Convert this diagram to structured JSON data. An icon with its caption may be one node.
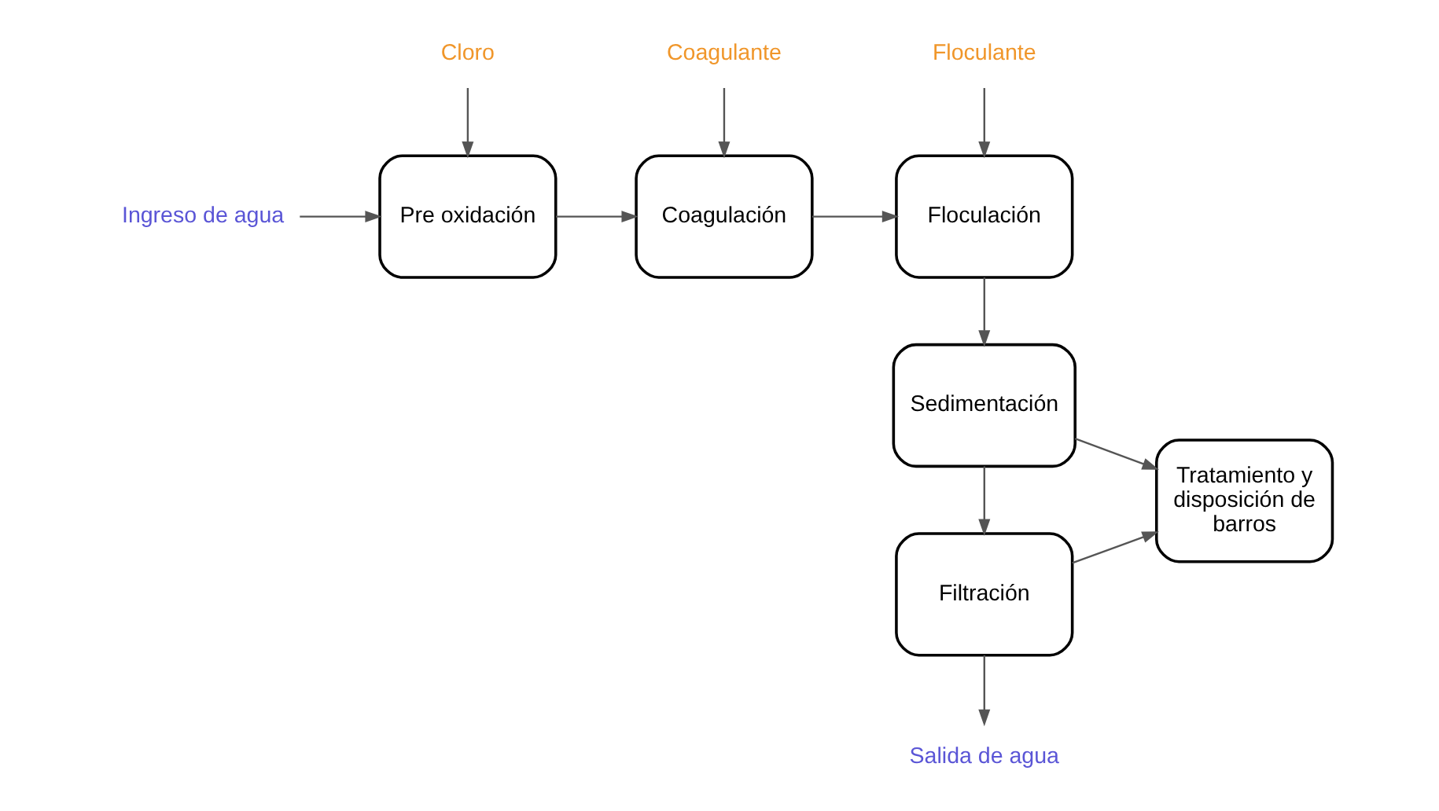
{
  "diagram": {
    "nodes": [
      {
        "text": [
          "Ingreso de agua"
        ]
      },
      {
        "text": [
          "Pre oxidación"
        ]
      },
      {
        "text": [
          "Coagulación"
        ]
      },
      {
        "text": [
          "Floculación"
        ]
      },
      {
        "text": [
          "Floculante"
        ]
      },
      {
        "text": [
          "Cloro"
        ]
      },
      {
        "text": [
          "Coagulante"
        ]
      },
      {
        "text": [
          "Sedimentación"
        ]
      },
      {
        "text": [
          "Filtración"
        ]
      },
      {
        "text": [
          "Tratamiento y disposición de barros"
        ]
      },
      {
        "text": [
          "Salida de agua"
        ]
      }
    ],
    "edges": [
      {
        "from": 0,
        "to": 1,
        "arrow": "to"
      },
      {
        "from": 5,
        "to": 1,
        "arrow": "to"
      },
      {
        "from": 1,
        "to": 2,
        "arrow": "to"
      },
      {
        "from": 6,
        "to": 2,
        "arrow": "to"
      },
      {
        "from": 2,
        "to": 3,
        "arrow": "to"
      },
      {
        "from": 4,
        "to": 3,
        "arrow": "to"
      },
      {
        "from": 3,
        "to": 7,
        "arrow": "to"
      },
      {
        "from": 7,
        "to": 8,
        "arrow": "to"
      },
      {
        "from": 8,
        "to": 10,
        "arrow": "to"
      },
      {
        "from": 7,
        "to": 9,
        "arrow": "to"
      },
      {
        "from": 8,
        "to": 9,
        "arrow": "to"
      }
    ]
  }
}
